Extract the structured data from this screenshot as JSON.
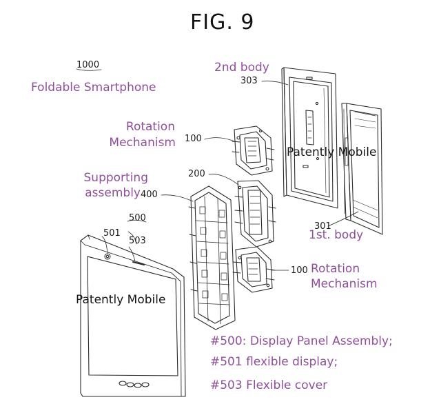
{
  "figure": {
    "title": "FIG. 9"
  },
  "references": {
    "r1000": "1000",
    "r303": "303",
    "r100_top": "100",
    "r200": "200",
    "r400": "400",
    "r500": "500",
    "r501": "501",
    "r503": "503",
    "r301": "301",
    "r100_bottom": "100"
  },
  "labels": {
    "foldable_smartphone": "Foldable Smartphone",
    "second_body": "2nd body",
    "rotation_mechanism_top_1": "Rotation",
    "rotation_mechanism_top_2": "Mechanism",
    "supporting_assembly_1": "Supporting",
    "supporting_assembly_2": "assembly",
    "first_body": "1st. body",
    "rotation_mechanism_bottom_1": "Rotation",
    "rotation_mechanism_bottom_2": "Mechanism"
  },
  "watermarks": {
    "top": "Patently Mobile",
    "bottom": "Patently Mobile"
  },
  "legend": {
    "line1": "#500: Display Panel Assembly;",
    "line2": "#501 flexible display;",
    "line3": "#503 Flexible cover"
  },
  "colors": {
    "label": "#8f4f9a",
    "ink": "#2a2a2a",
    "watermark": "#151515"
  }
}
